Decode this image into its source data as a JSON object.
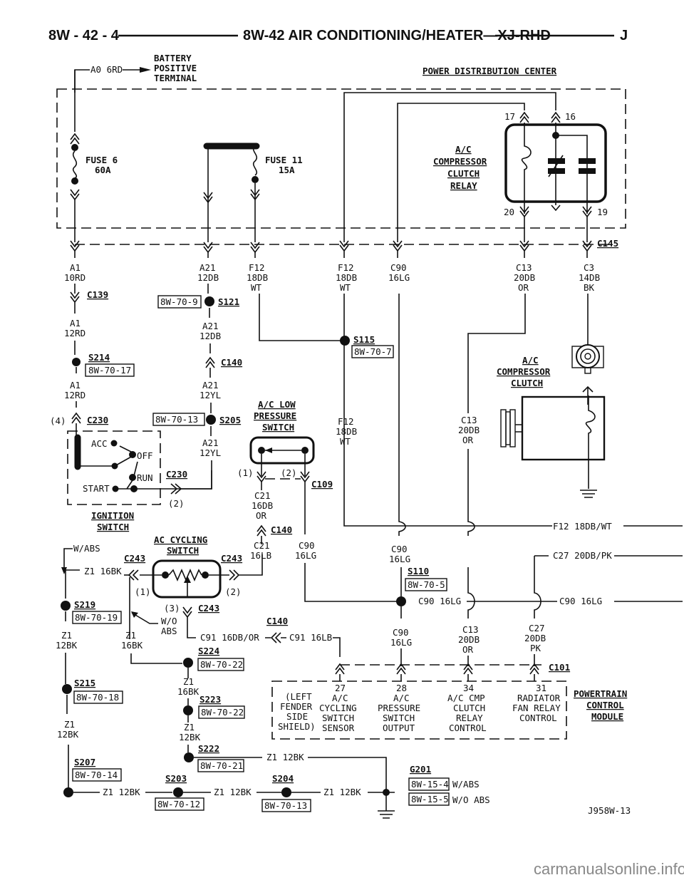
{
  "header": {
    "page_number": "8W - 42 - 4",
    "title": "8W-42 AIR CONDITIONING/HEATER—XJ-RHD",
    "edition": "J"
  },
  "battery": {
    "wire": "A0 6RD",
    "label_lines": [
      "BATTERY",
      "POSITIVE",
      "TERMINAL"
    ]
  },
  "pdc": {
    "title": "POWER DISTRIBUTION CENTER",
    "fuse6": [
      "FUSE 6",
      "60A"
    ],
    "fuse11": [
      "FUSE 11",
      "15A"
    ],
    "relay_title": [
      "A/C",
      "COMPRESSOR",
      "CLUTCH",
      "RELAY"
    ],
    "relay_pins": {
      "p17": "17",
      "p16": "16",
      "p20": "20",
      "p19": "19"
    },
    "connector": "C145"
  },
  "wires_top": {
    "a1_10rd": [
      "A1",
      "10RD"
    ],
    "a21_12db": [
      "A21",
      "12DB"
    ],
    "f12_left": [
      "F12",
      "18DB",
      "WT"
    ],
    "f12_mid": [
      "F12",
      "18DB",
      "WT"
    ],
    "c90": [
      "C90",
      "16LG"
    ],
    "c13": [
      "C13",
      "20DB",
      "OR"
    ],
    "c3": [
      "C3",
      "14DB",
      "BK"
    ]
  },
  "left_chain": {
    "c139": "C139",
    "a1_12rd_a": [
      "A1",
      "12RD"
    ],
    "s214": "S214",
    "s214_ref": "8W-70-17",
    "a1_12rd_b": [
      "A1",
      "12RD"
    ],
    "c230_pin4": "(4)",
    "c230": "C230"
  },
  "center_chain": {
    "s121_ref": "8W-70-9",
    "s121": "S121",
    "a21_12db_b": [
      "A21",
      "12DB"
    ],
    "c140": "C140",
    "a21_12yl_a": [
      "A21",
      "12YL"
    ],
    "s205_ref": "8W-70-13",
    "s205": "S205",
    "a21_12yl_b": [
      "A21",
      "12YL"
    ]
  },
  "s115": {
    "name": "S115",
    "ref": "8W-70-7"
  },
  "ignition_switch": {
    "title": [
      "IGNITION",
      "SWITCH"
    ],
    "positions": {
      "acc": "ACC",
      "off": "OFF",
      "run": "RUN",
      "start": "START"
    },
    "c230": "C230",
    "pin2": "(2)"
  },
  "low_pressure_switch": {
    "title": [
      "A/C LOW",
      "PRESSURE",
      "SWITCH"
    ],
    "pin1": "(1)",
    "pin2": "(2)",
    "connector": "C109",
    "c21_16db": [
      "C21",
      "16DB",
      "OR"
    ],
    "c140": "C140"
  },
  "mid_wires": {
    "f12_18db_wt": [
      "F12",
      "18DB",
      "WT"
    ],
    "c13_20db_or": [
      "C13",
      "20DB",
      "OR"
    ],
    "f12_run": "F12 18DB/WT",
    "c27_run": "C27 20DB/PK",
    "c90_run": "C90 16LG"
  },
  "compressor_clutch": {
    "title": [
      "A/C",
      "COMPRESSOR",
      "CLUTCH"
    ]
  },
  "ac_cycling_switch": {
    "title": [
      "AC CYCLING",
      "SWITCH"
    ],
    "c243_left": "C243",
    "c243_right": "C243",
    "c243_bottom": "C243",
    "pin1": "(1)",
    "pin2": "(2)",
    "pin3": "(3)",
    "c21_16lb": [
      "C21",
      "16LB"
    ],
    "c90_16lg": [
      "C90",
      "16LG"
    ],
    "w_abs": "W/ABS",
    "wo_abs": [
      "W/O",
      "ABS"
    ],
    "z1_16bk": "Z1 16BK",
    "c91_16db_or": "C91 16DB/OR",
    "c140": "C140",
    "c91_16lb": "C91 16LB"
  },
  "s110": {
    "name": "S110",
    "ref": "8W-70-5",
    "c90_above": [
      "C90",
      "16LG"
    ],
    "c90_side": "C90 16LG",
    "c90_below": [
      "C90",
      "16LG"
    ],
    "c13_below": [
      "C13",
      "20DB",
      "OR"
    ],
    "c27_below": [
      "C27",
      "20DB",
      "PK"
    ]
  },
  "ground_chain": {
    "s219": "S219",
    "s219_ref": "8W-70-19",
    "z1_12bk_a": [
      "Z1",
      "12BK"
    ],
    "z1_16bk_b": [
      "Z1",
      "16BK"
    ],
    "s224": "S224",
    "s224_ref": "8W-70-22",
    "s215": "S215",
    "s215_ref": "8W-70-18",
    "z1_16bk_c": [
      "Z1",
      "16BK"
    ],
    "s223": "S223",
    "s223_ref": "8W-70-22",
    "z1_12bk_b": [
      "Z1",
      "12BK"
    ],
    "z1_12bk_c": [
      "Z1",
      "12BK"
    ],
    "s222": "S222",
    "s222_ref": "8W-70-21",
    "s222_wire": "Z1 12BK",
    "s207": "S207",
    "s207_ref": "8W-70-14",
    "run1": "Z1 12BK",
    "s203": "S203",
    "s203_ref": "8W-70-12",
    "run2": "Z1 12BK",
    "s204": "S204",
    "s204_ref": "8W-70-13",
    "run3": "Z1 12BK",
    "g201": "G201",
    "g201_ref1": "8W-15-4",
    "g201_note1": "W/ABS",
    "g201_ref2": "8W-15-5",
    "g201_note2": "W/O ABS"
  },
  "pcm": {
    "connector": "C101",
    "title": [
      "POWERTRAIN",
      "CONTROL",
      "MODULE"
    ],
    "shield": [
      "(LEFT",
      "FENDER",
      "SIDE",
      "SHIELD)"
    ],
    "pins": [
      {
        "num": "27",
        "lines": [
          "A/C",
          "CYCLING",
          "SWITCH",
          "SENSOR"
        ]
      },
      {
        "num": "28",
        "lines": [
          "A/C",
          "PRESSURE",
          "SWITCH",
          "OUTPUT"
        ]
      },
      {
        "num": "34",
        "lines": [
          "A/C CMP",
          "CLUTCH",
          "RELAY",
          "CONTROL"
        ]
      },
      {
        "num": "31",
        "lines": [
          "RADIATOR",
          "FAN RELAY",
          "CONTROL"
        ]
      }
    ]
  },
  "figure_id": "J958W-13",
  "watermark": "carmanualsonline.info"
}
